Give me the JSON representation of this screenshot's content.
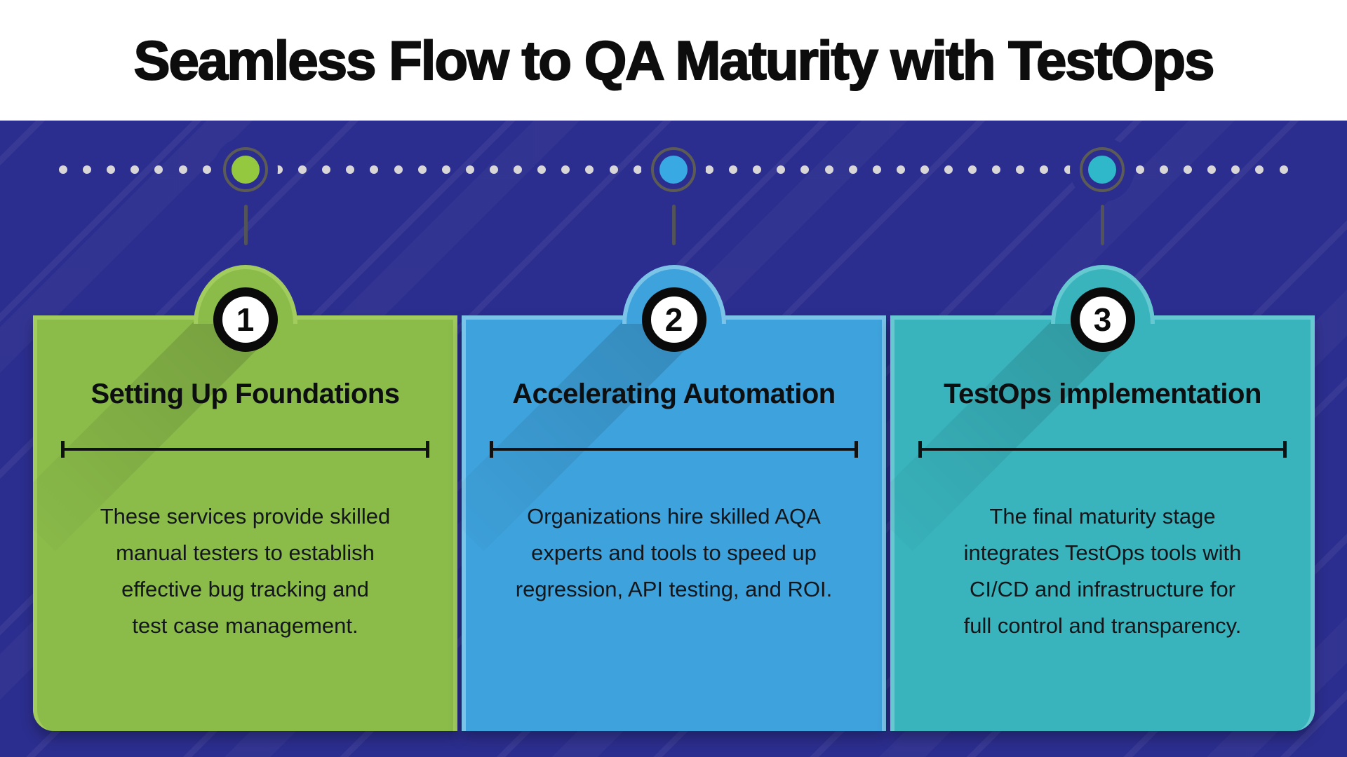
{
  "header": {
    "title": "Seamless Flow to QA Maturity with TestOps"
  },
  "timeline": {
    "dot_count": 52,
    "nodes": [
      {
        "step": "1",
        "color": "#94c83f"
      },
      {
        "step": "2",
        "color": "#38a9e2"
      },
      {
        "step": "3",
        "color": "#2fb7ca"
      }
    ]
  },
  "cards": [
    {
      "number": "1",
      "title": "Setting Up Foundations",
      "description": "These services provide skilled\nmanual testers to establish\neffective bug tracking and\ntest case management.",
      "fill": "#8bbc4a",
      "accent": "#a2cd5e"
    },
    {
      "number": "2",
      "title": "Accelerating Automation",
      "description": "Organizations hire skilled AQA\nexperts and tools to speed up\nregression, API testing, and ROI.",
      "fill": "#3ea2dc",
      "accent": "#7cc3e8"
    },
    {
      "number": "3",
      "title": "TestOps implementation",
      "description": "The final maturity stage\nintegrates TestOps tools with\nCI/CD and infrastructure for\nfull control and transparency.",
      "fill": "#39b4bd",
      "accent": "#66c8d1"
    }
  ],
  "colors": {
    "background_navy": "#2c2e8f",
    "header_bg": "#ffffff",
    "title_text": "#0d0d0d",
    "timeline_dots": "#d8d6d6",
    "node_ring": "#5c5c55",
    "connector_line": "#53535a",
    "badge_bg": "#ffffff",
    "badge_border": "#0a0a0a",
    "body_text": "#13161a"
  }
}
